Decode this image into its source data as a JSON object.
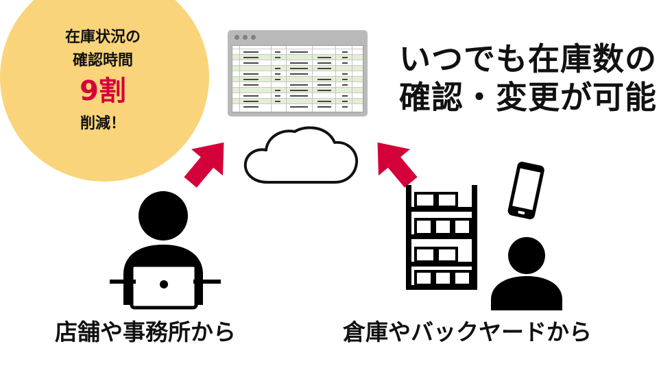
{
  "badge": {
    "line1": "在庫状況の",
    "line2": "確認時間",
    "highlight": "9割",
    "line3": "削減！",
    "background_color": "#f9d47a",
    "highlight_color": "#d4003a"
  },
  "headline": {
    "line1": "いつでも在庫数の",
    "line2": "確認・変更が可能"
  },
  "captions": {
    "left": "店舗や事務所から",
    "right": "倉庫やバックヤードから"
  },
  "icons": {
    "spreadsheet": "spreadsheet-window-icon",
    "cloud": "cloud-icon",
    "arrow_left": "arrow-up-right-icon",
    "arrow_right": "arrow-up-left-icon",
    "office_person": "person-laptop-icon",
    "warehouse_shelf": "shelf-boxes-icon",
    "phone": "smartphone-icon",
    "warehouse_person": "person-icon",
    "arrow_color": "#d4003a"
  }
}
